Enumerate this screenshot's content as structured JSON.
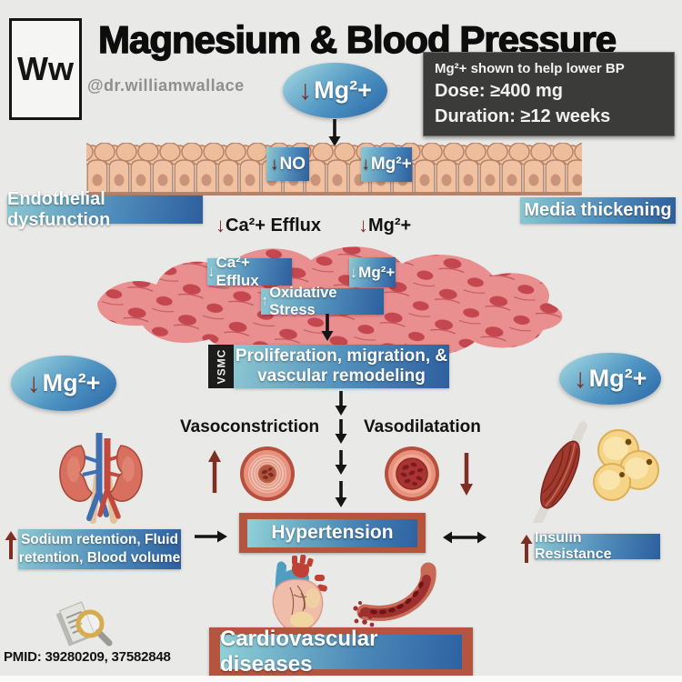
{
  "header": {
    "logo": "Ww",
    "title": "Magnesium & Blood Pressure",
    "handle": "@dr.williamwallace"
  },
  "info_box": {
    "line1": "Mg²+ shown to help lower BP",
    "line2": "Dose: ≥400 mg",
    "line3": "Duration: ≥12 weeks"
  },
  "arrows": {
    "down": "↓",
    "up": "↑",
    "right": "→",
    "both": "↔"
  },
  "ovals": {
    "top": "Mg²+",
    "left": "Mg²+",
    "right": "Mg²+"
  },
  "endothelium": {
    "no_label": "NO",
    "mg_label": "Mg²+",
    "left_caption": "Endothelial dysfunction",
    "right_caption": "Media thickening"
  },
  "mid_labels": {
    "ca_efflux": "Ca²+ Efflux",
    "mg": "Mg²+"
  },
  "vsmc": {
    "side": "VSMC",
    "ca_efflux": "Ca²+ Efflux",
    "mg": "Mg²+",
    "oxidative": "Oxidative Stress",
    "line1": "Proliferation, migration, &",
    "line2": "vascular remodeling"
  },
  "vessels": {
    "left": "Vasoconstriction",
    "right": "Vasodilatation"
  },
  "outcomes": {
    "sodium_line1": "Sodium retention, Fluid",
    "sodium_line2": "retention, Blood volume",
    "hypertension": "Hypertension",
    "insulin": "Insulin Resistance",
    "cvd": "Cardiovascular diseases"
  },
  "footer": {
    "pmid": "PMID: 39280209, 37582848"
  }
}
